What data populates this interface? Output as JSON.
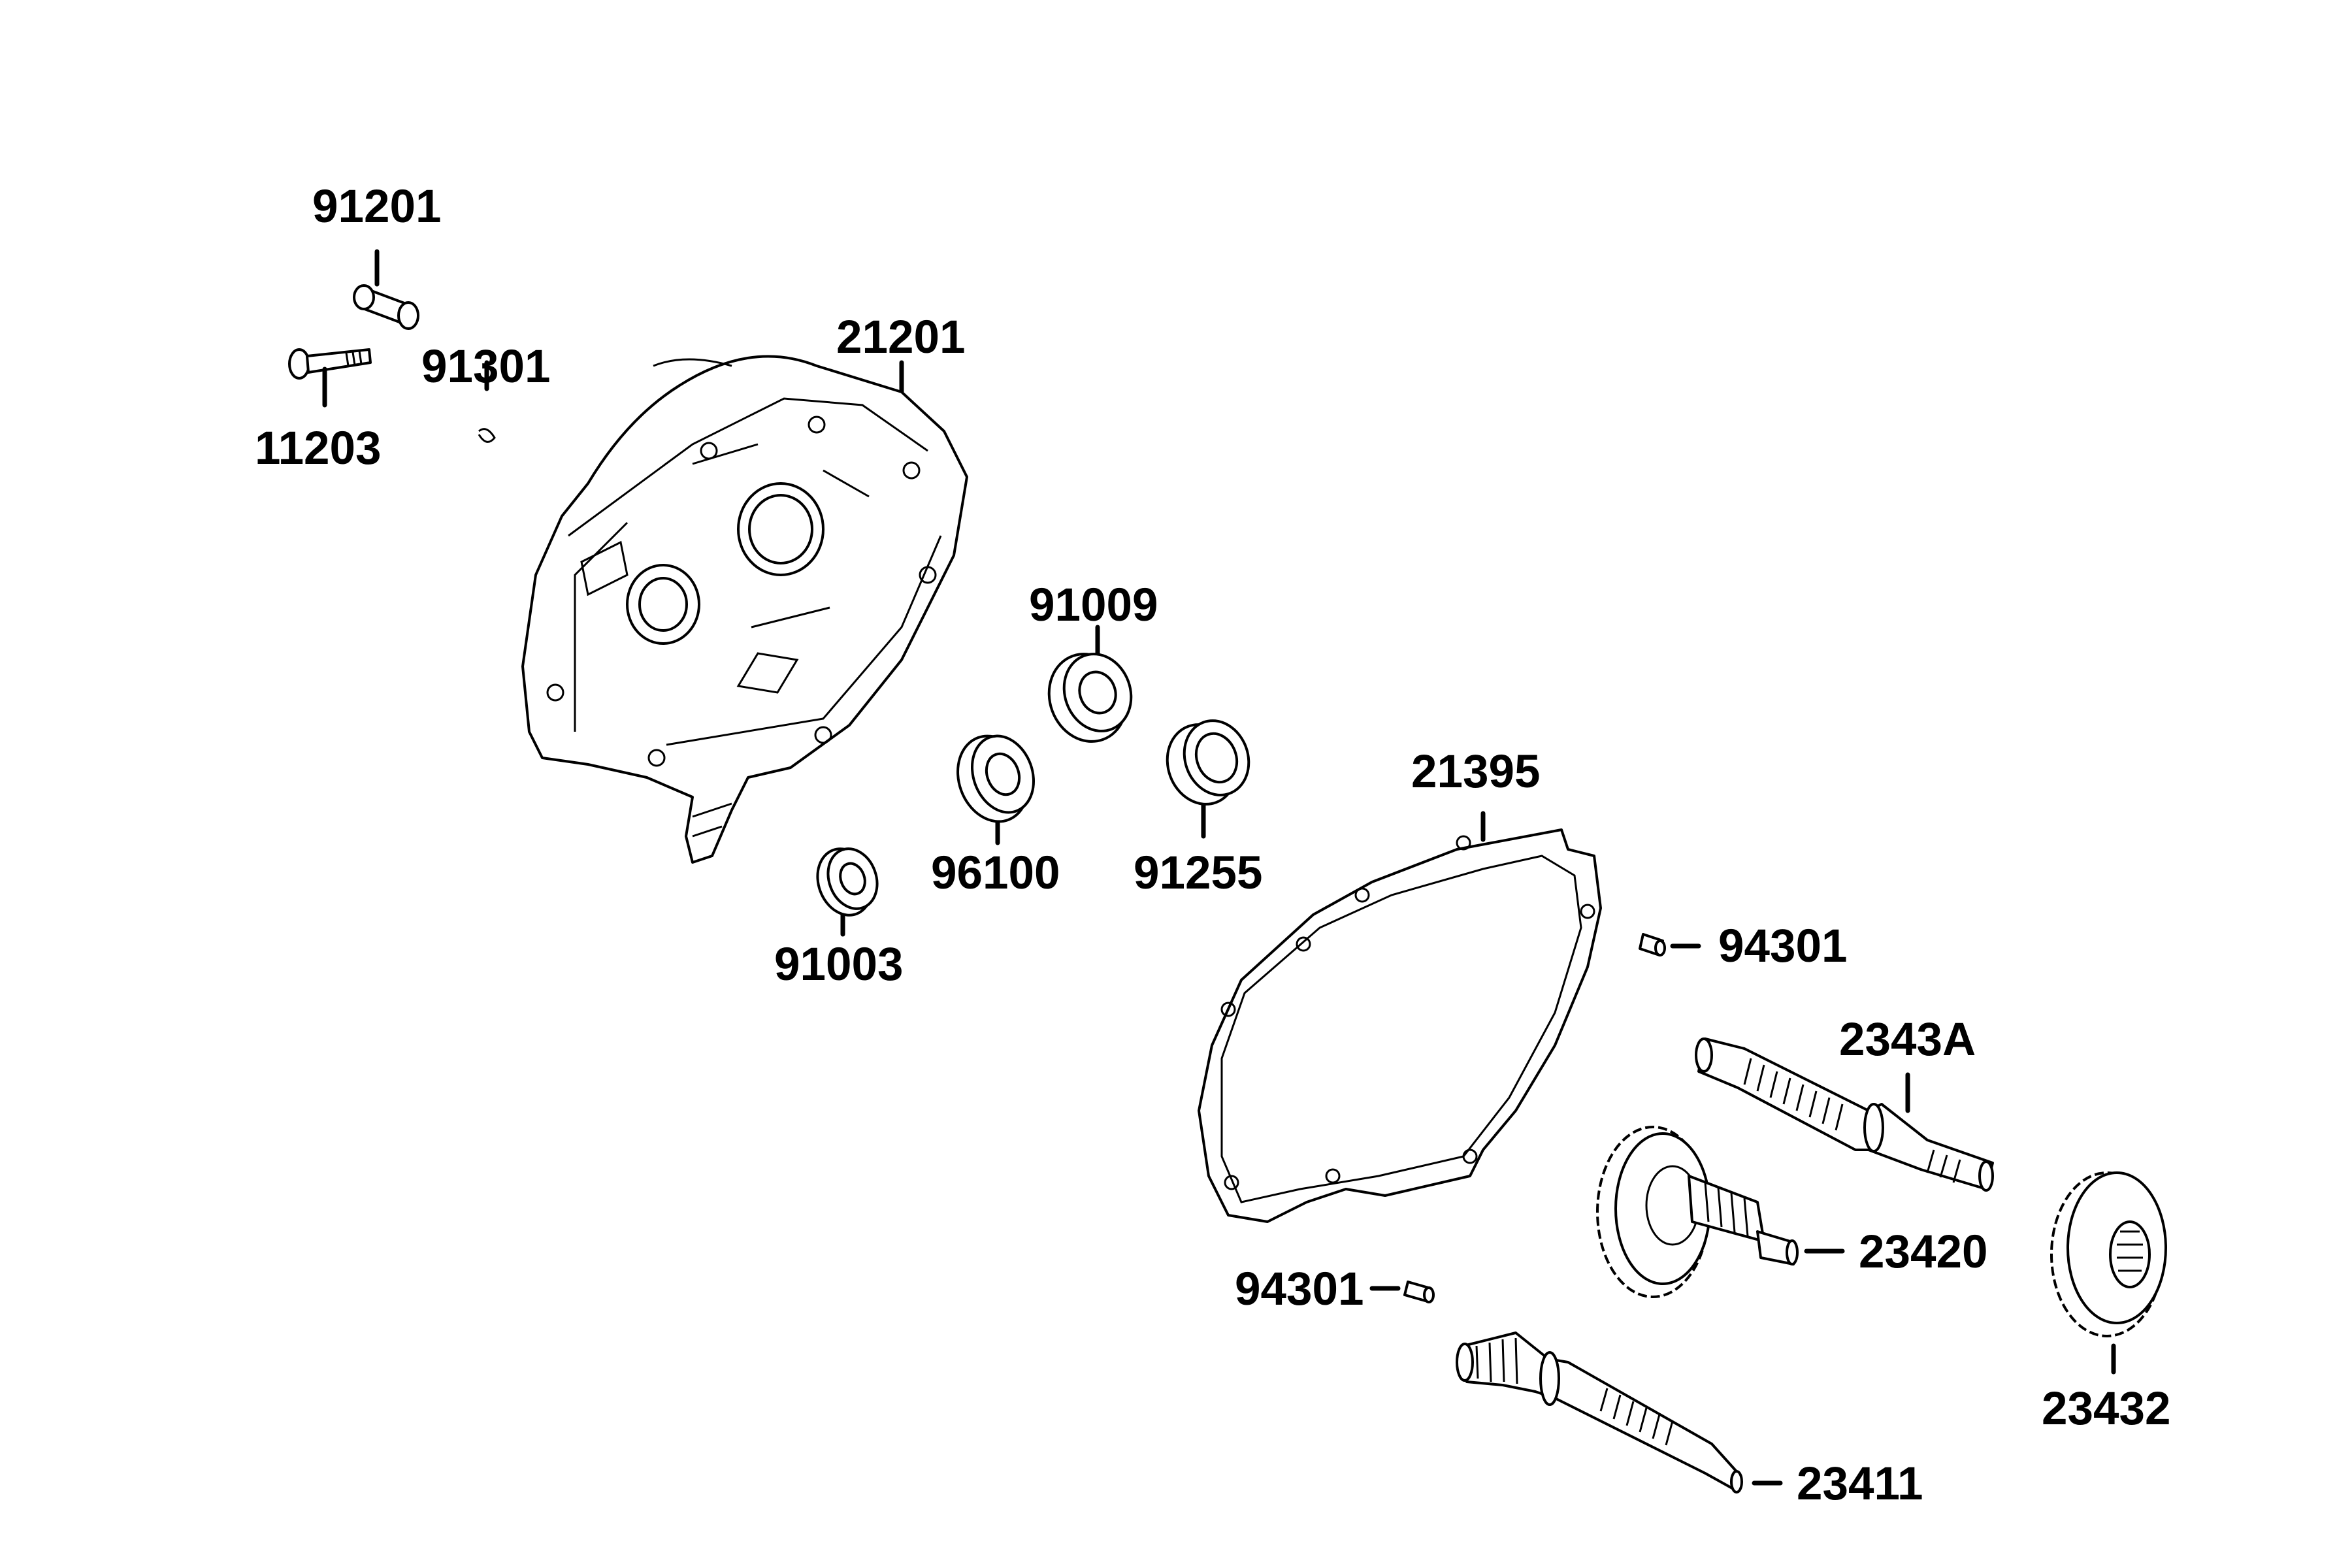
{
  "parts": {
    "p91201": "91201",
    "p91301": "91301",
    "p11203": "11203",
    "p21201": "21201",
    "p91009": "91009",
    "p96100": "96100",
    "p91255": "91255",
    "p91003": "91003",
    "p21395": "21395",
    "p94301a": "94301",
    "p2343A": "2343A",
    "p23420": "23420",
    "p94301b": "94301",
    "p23432": "23432",
    "p23411": "23411"
  },
  "colors": {
    "ink": "#000000",
    "background": "#ffffff"
  }
}
